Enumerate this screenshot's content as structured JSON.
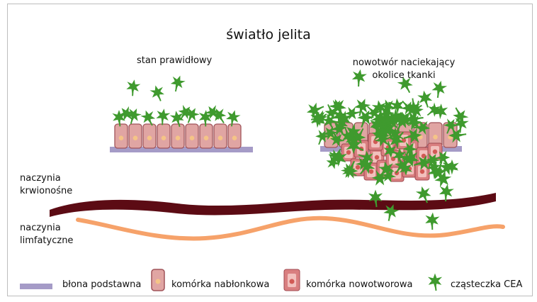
{
  "title": "światło jelita",
  "normal_label": "stan prawidłowy",
  "tumor_label_line1": "nowotwór naciekający",
  "tumor_label_line2": "okolice tkanki",
  "blood_label_line1": "naczynia",
  "blood_label_line2": "krwionośne",
  "lymph_label_line1": "naczynia",
  "lymph_label_line2": "limfatyczne",
  "legend": {
    "membrane": "błona podstawna",
    "epithelial": "komórka nabłonkowa",
    "cancer": "komórka nowotworowa",
    "cea": "cząsteczka CEA"
  },
  "colors": {
    "membrane": "#a59bc7",
    "epithelial_fill": "#e0a5a3",
    "epithelial_stroke": "#a0545a",
    "nucleus": "#f5c487",
    "cancer_fill": "#d97f80",
    "cancer_inner": "#f2c0bd",
    "cea": "#3f9a2e",
    "blood_vessel": "#5c0b14",
    "lymph_vessel": "#f6a26a"
  }
}
